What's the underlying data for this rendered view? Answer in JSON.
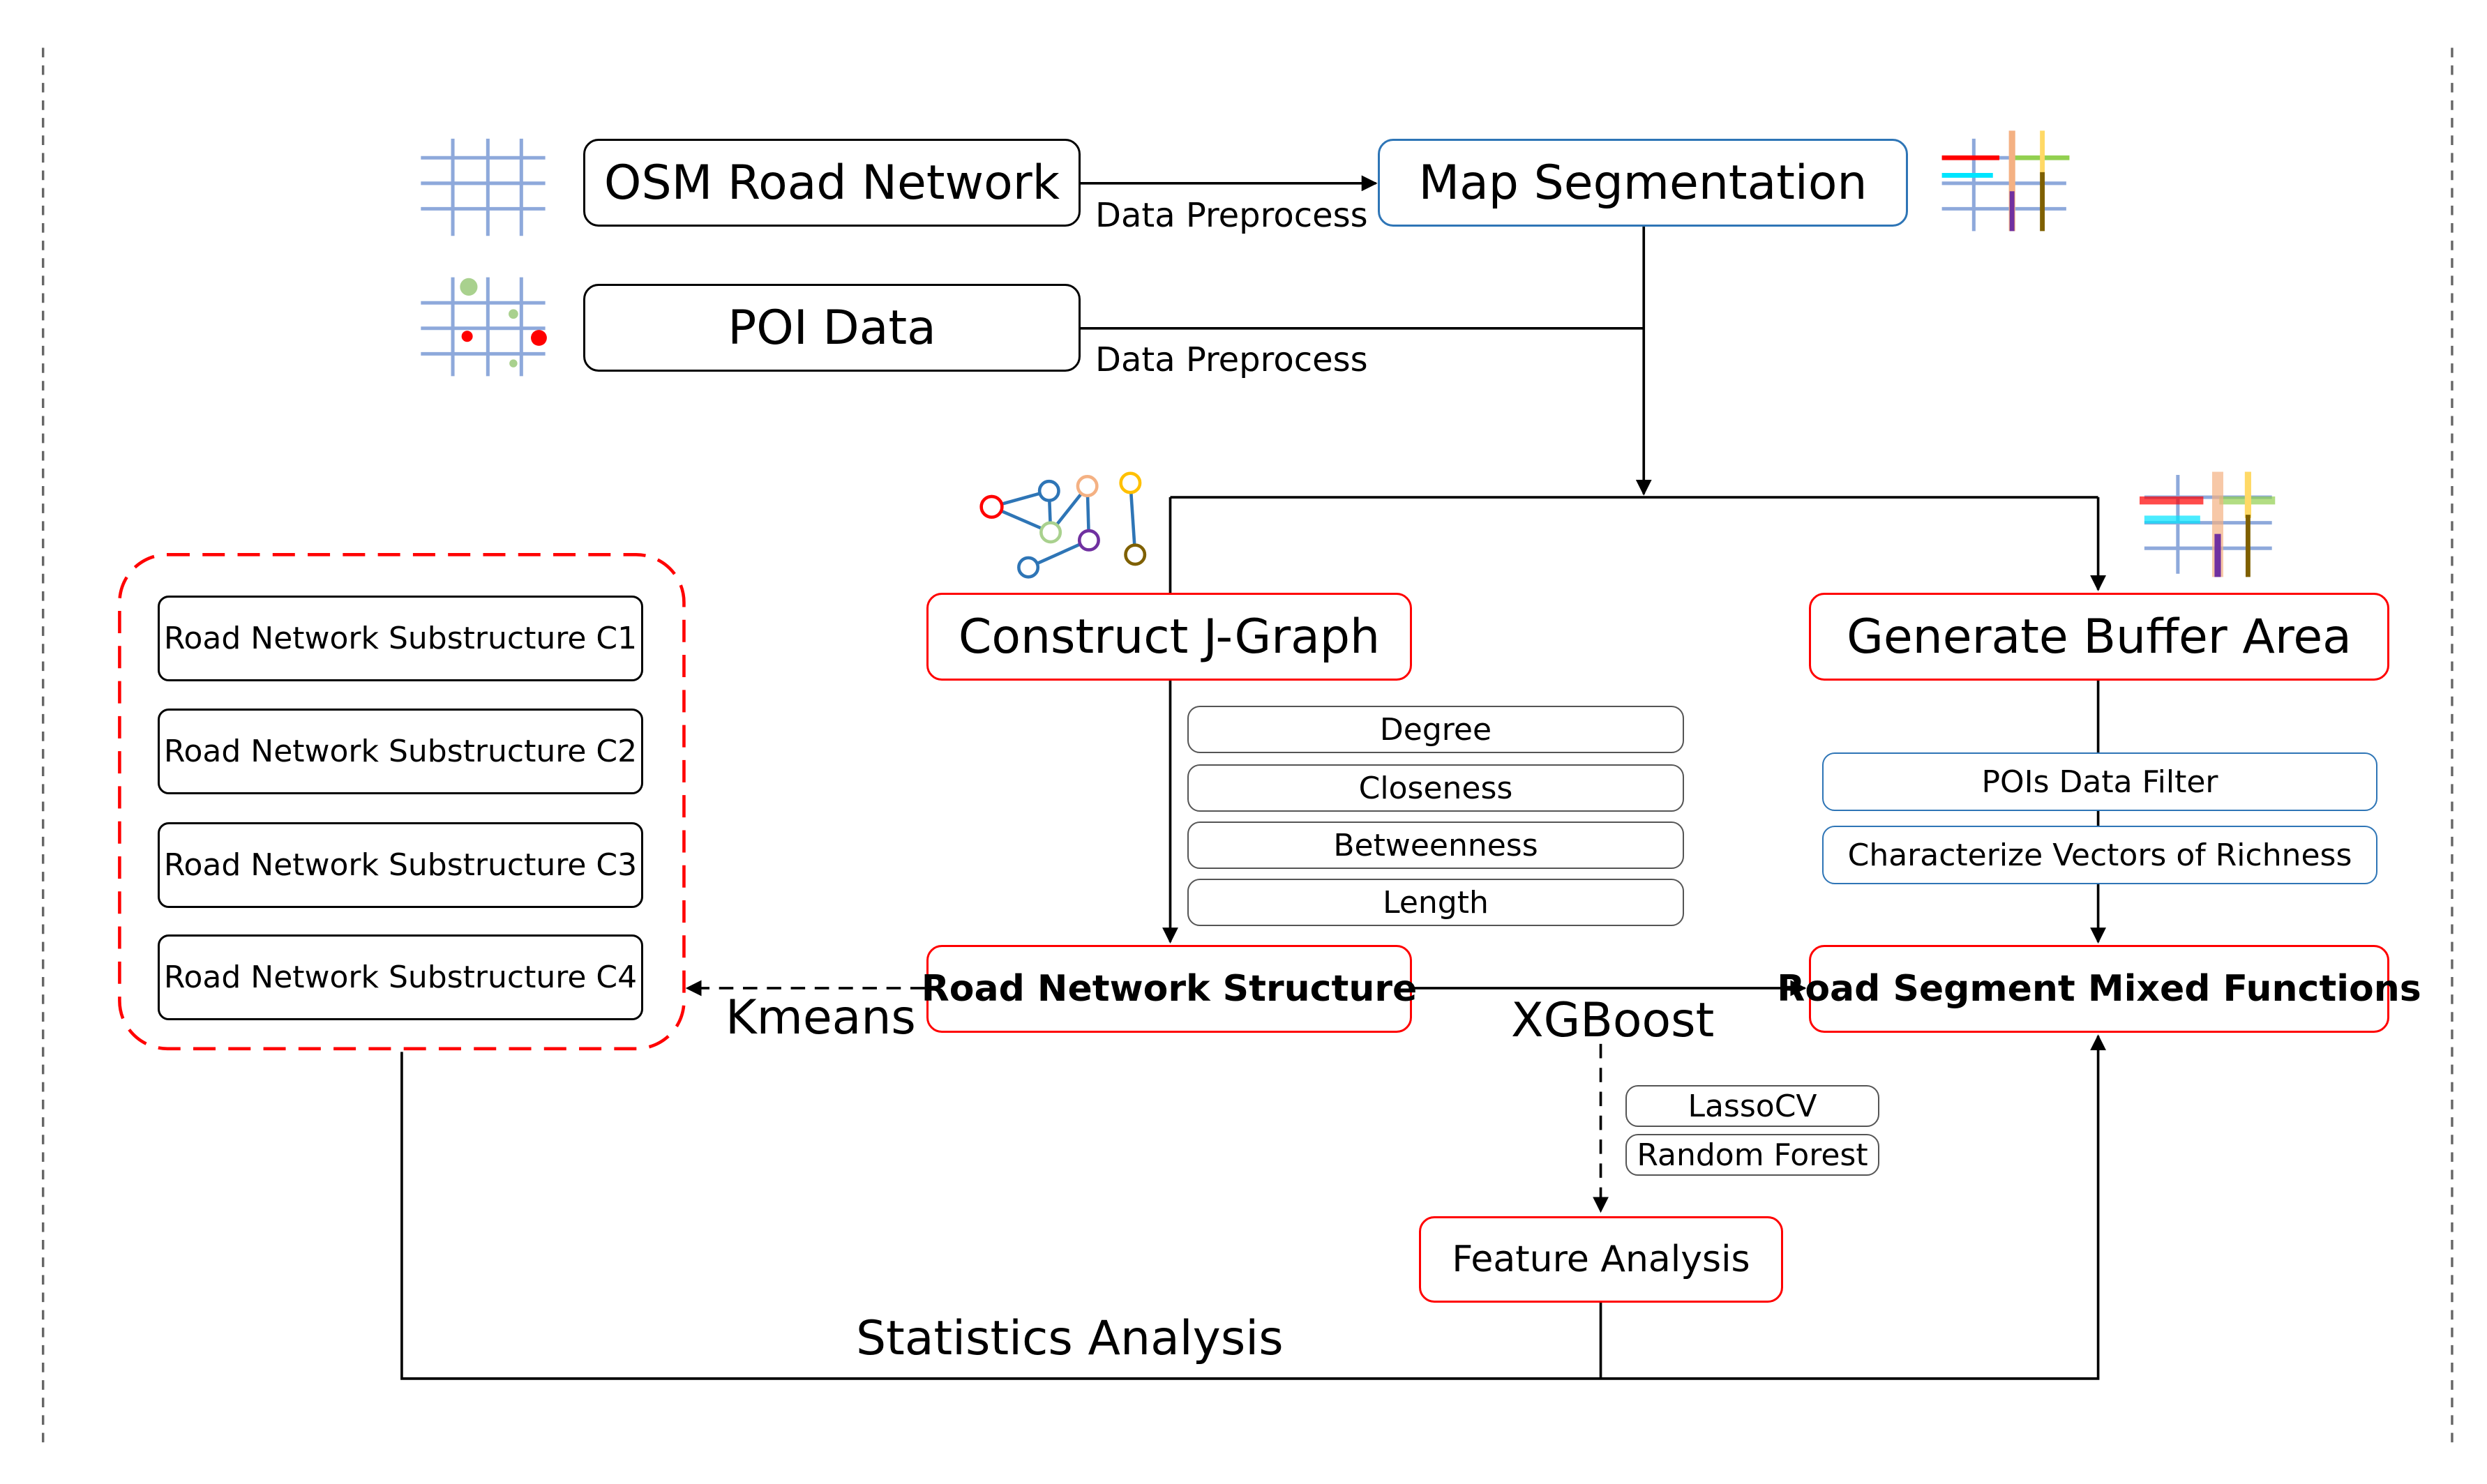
{
  "inputs": {
    "osm_road_network": "OSM Road Network",
    "poi_data": "POI Data",
    "map_segmentation": "Map Segmentation",
    "data_preprocess_1": "Data Preprocess",
    "data_preprocess_2": "Data Preprocess"
  },
  "graph_branch": {
    "construct_jgraph": "Construct J-Graph",
    "metrics": [
      "Degree",
      "Closeness",
      "Betweenness",
      "Length"
    ],
    "road_network_structure": "Road Network Structure"
  },
  "buffer_branch": {
    "generate_buffer_area": "Generate Buffer Area",
    "pois_data_filter": "POIs Data Filter",
    "characterize_vectors": "Characterize Vectors of Richness",
    "road_segment_mixed_functions": "Road Segment Mixed Functions"
  },
  "clusters": {
    "items": [
      "Road Network Substructure C1",
      "Road Network Substructure C2",
      "Road Network Substructure C3",
      "Road Network Substructure C4"
    ],
    "kmeans_label": "Kmeans"
  },
  "analysis": {
    "xgboost_label": "XGBoost",
    "models": [
      "LassoCV",
      "Random Forest"
    ],
    "feature_analysis": "Feature Analysis",
    "statistics_analysis": "Statistics Analysis"
  },
  "colors": {
    "grid_blue": "#8ea9db",
    "box_blue_border": "#2e75b6",
    "box_red_border": "#ff0000",
    "poi_green": "#a9d18e",
    "poi_red": "#ff0000"
  }
}
